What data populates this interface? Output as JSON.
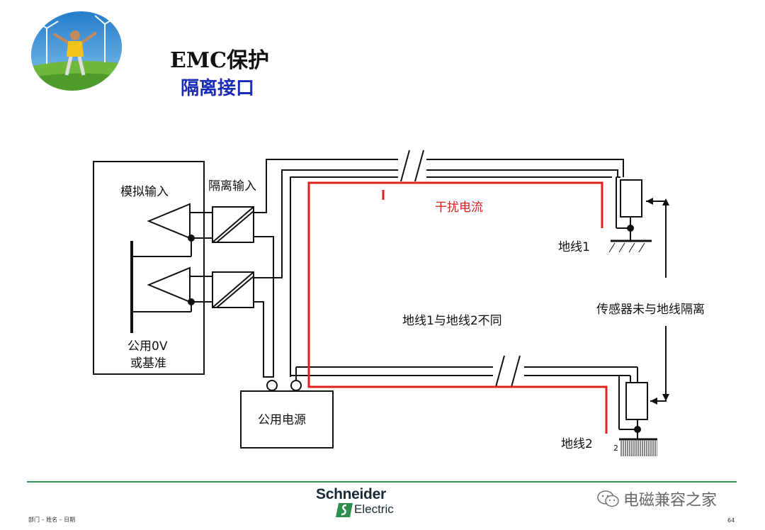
{
  "slide": {
    "title": "EMC保护",
    "subtitle": "隔离接口",
    "footer_left": "部门 – 姓名 – 日期",
    "page_number": "64"
  },
  "brand": {
    "name": "Schneider",
    "sub": "Electric",
    "color": "#2f8f4f"
  },
  "watermark": {
    "text": "电磁兼容之家"
  },
  "diagram": {
    "analog_input_label": "模拟输入",
    "isolated_input_label": "隔离输入",
    "interference_label": "干扰电流",
    "ground1_label": "地线1",
    "ground2_label": "地线2",
    "ground_diff_label": "地线1与地线2不同",
    "sensor_isolated_label": "传感器未与地线隔离",
    "common_0v_line1": "公用0V",
    "common_0v_line2": "或基准",
    "power_supply_label": "公用电源",
    "ground2_marker": "2",
    "interference_color": "#e02020",
    "label_red": "#d82020"
  }
}
